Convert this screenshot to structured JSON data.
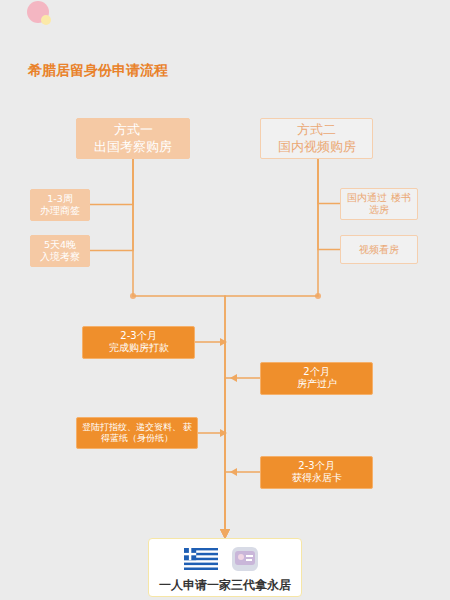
{
  "diagram": {
    "title": "希腊居留身份申请流程",
    "nodes": [
      {
        "text": [
          "方式一",
          "出国考察购房"
        ]
      },
      {
        "text": [
          "方式二",
          "国内视频购房"
        ]
      },
      {
        "text": [
          "1-3周",
          "办理商签"
        ]
      },
      {
        "text": [
          "5天4晚",
          "入境考察"
        ]
      },
      {
        "text": [
          "国内通过 楼书选房"
        ]
      },
      {
        "text": [
          "视频看房"
        ]
      },
      {
        "text": [
          "2-3个月",
          "完成购房打款"
        ]
      },
      {
        "text": [
          "2个月",
          "房产过户"
        ]
      },
      {
        "text": [
          "登陆打指纹、递交资料、 获得蓝纸（身份纸）"
        ]
      },
      {
        "text": [
          "2-3个月",
          "获得永居卡"
        ]
      },
      {
        "text": [
          "一人申请一家三代拿永居"
        ]
      }
    ],
    "edges": [
      {
        "from": 2,
        "to": 0,
        "arrow": "none"
      },
      {
        "from": 3,
        "to": 0,
        "arrow": "none"
      },
      {
        "from": 4,
        "to": 1,
        "arrow": "none"
      },
      {
        "from": 5,
        "to": 1,
        "arrow": "none"
      },
      {
        "from": 0,
        "to": 10,
        "arrow": "none"
      },
      {
        "from": 1,
        "to": 10,
        "arrow": "none"
      },
      {
        "from": 6,
        "to": 10,
        "arrow": "to"
      },
      {
        "from": 7,
        "to": 10,
        "arrow": "to"
      },
      {
        "from": 8,
        "to": 10,
        "arrow": "to"
      },
      {
        "from": 9,
        "to": 10,
        "arrow": "to"
      }
    ]
  }
}
